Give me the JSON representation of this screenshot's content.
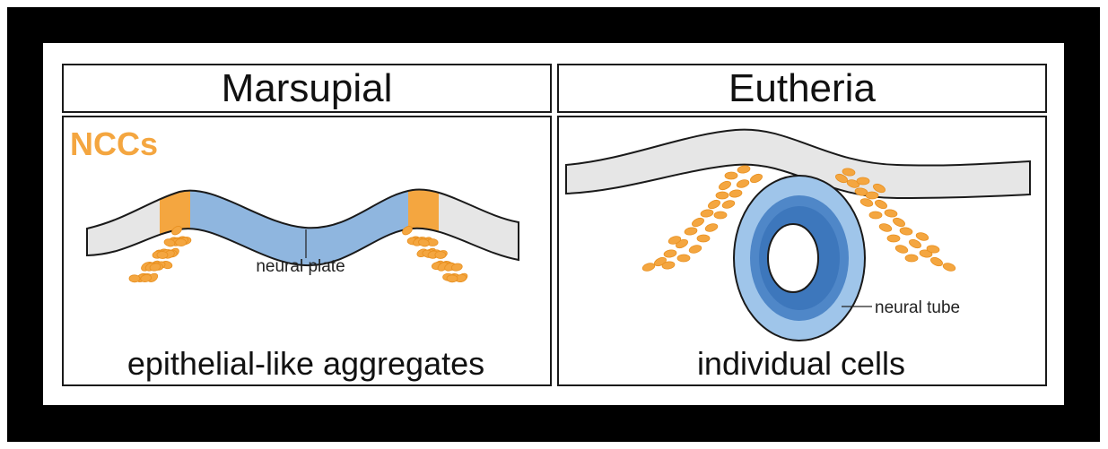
{
  "panels": [
    {
      "title": "Marsupial",
      "label": "neural plate",
      "caption": "epithelial-like aggregates",
      "ncc_label": "NCCs"
    },
    {
      "title": "Eutheria",
      "label": "neural tube",
      "caption": "individual cells"
    }
  ],
  "colors": {
    "ncc": "#f4a640",
    "ncc_stroke": "#e89020",
    "ectoderm": "#e6e6e6",
    "neural_plate": "#8fb6df",
    "tube_outer": "#9fc5ea",
    "tube_mid": "#4f87c8",
    "tube_inner": "#2f6ab3"
  }
}
